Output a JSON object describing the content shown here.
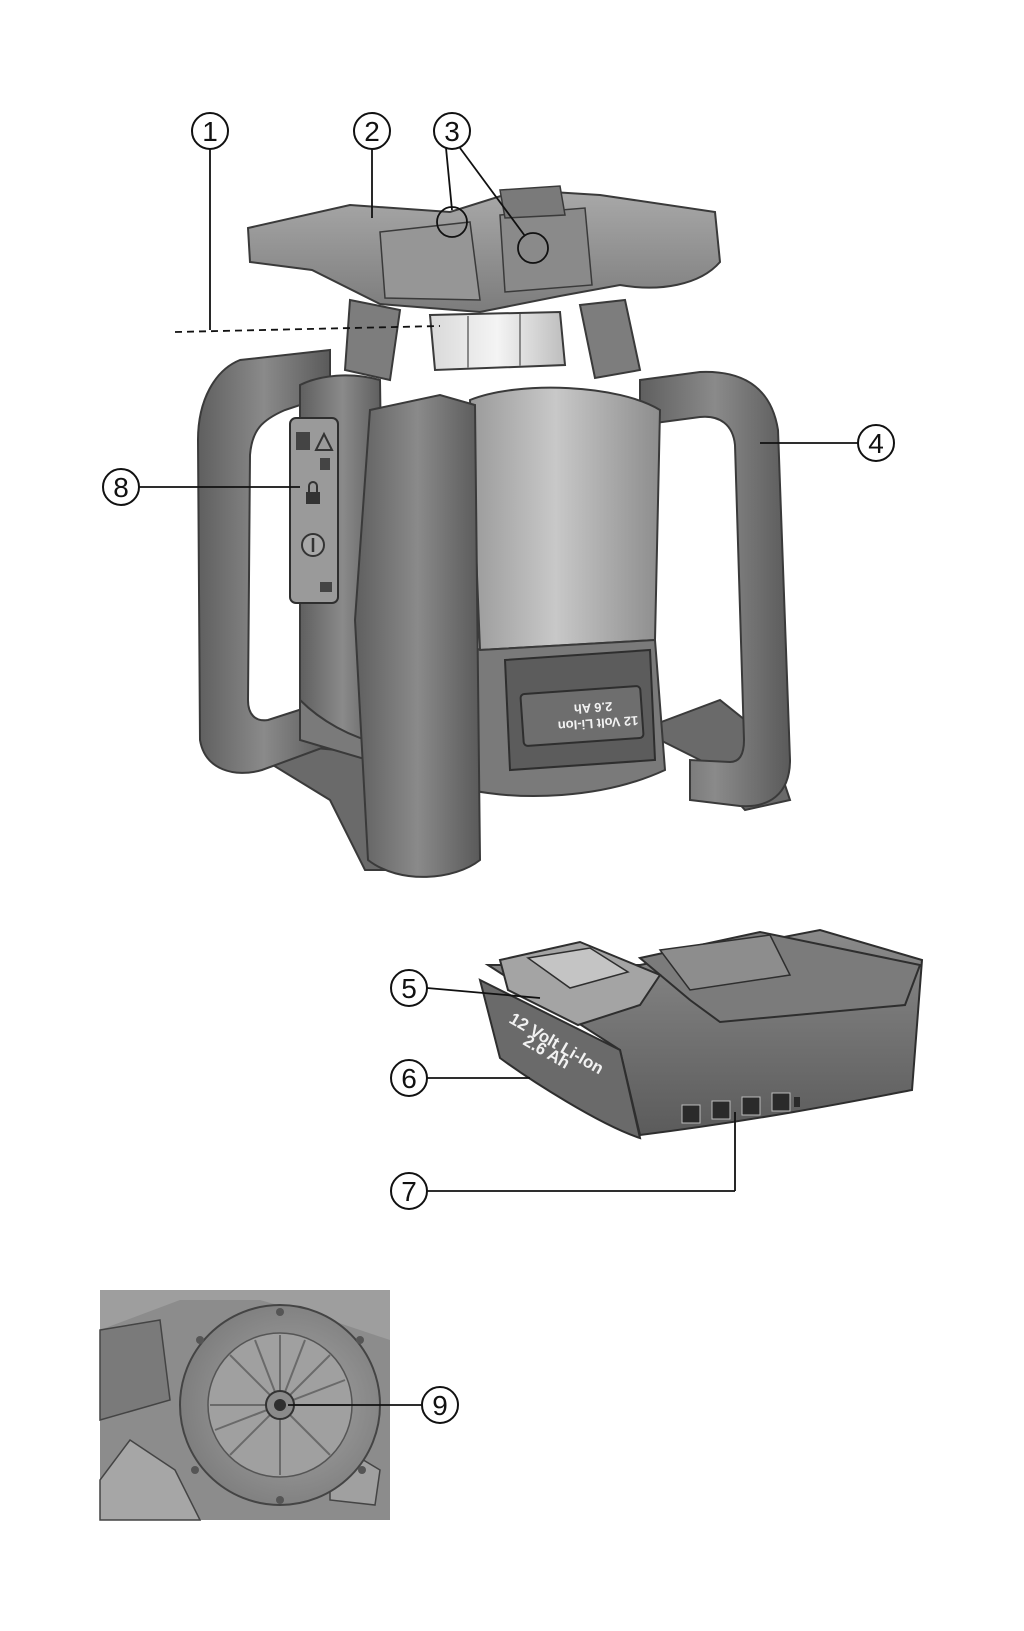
{
  "callouts": [
    "1",
    "2",
    "3",
    "4",
    "5",
    "6",
    "7",
    "8",
    "9"
  ],
  "device_battery_label": {
    "line1": "12 Volt Li-Ion",
    "line2": "2.6 Ah"
  },
  "battery_pack_label": {
    "line1": "12 Volt Li-Ion",
    "line2": "2.6 Ah"
  },
  "colors": {
    "line": "#111111",
    "body_dark": "#6e6e6e",
    "body_mid": "#8e8e8e",
    "body_light": "#b8b8b8",
    "background": "#ffffff"
  },
  "icons": [
    "power-icon",
    "lock-icon",
    "warning-icon",
    "laser-icon"
  ]
}
